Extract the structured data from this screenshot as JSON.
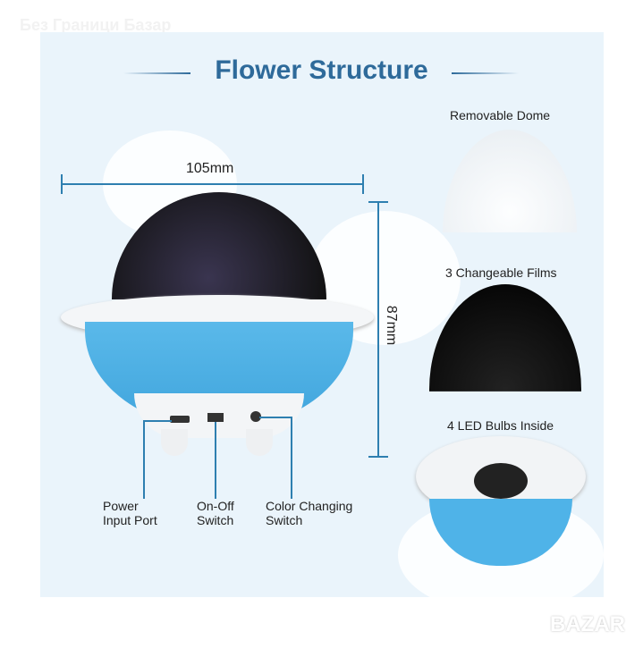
{
  "watermark": "Без Граници Базар",
  "title": "Flower Structure",
  "dimensions": {
    "width": "105mm",
    "height": "87mm"
  },
  "parts": {
    "dome": "Removable Dome",
    "films": "3 Changeable Films",
    "leds": "4 LED Bulbs Inside"
  },
  "ports": {
    "power": [
      "Power",
      "Input Port"
    ],
    "switch": [
      "On-Off",
      "Switch"
    ],
    "color": [
      "Color Changing",
      "Switch"
    ]
  },
  "logo": "BAZAR",
  "colors": {
    "accent": "#2e6a9a",
    "blue": "#4fb3e8"
  }
}
